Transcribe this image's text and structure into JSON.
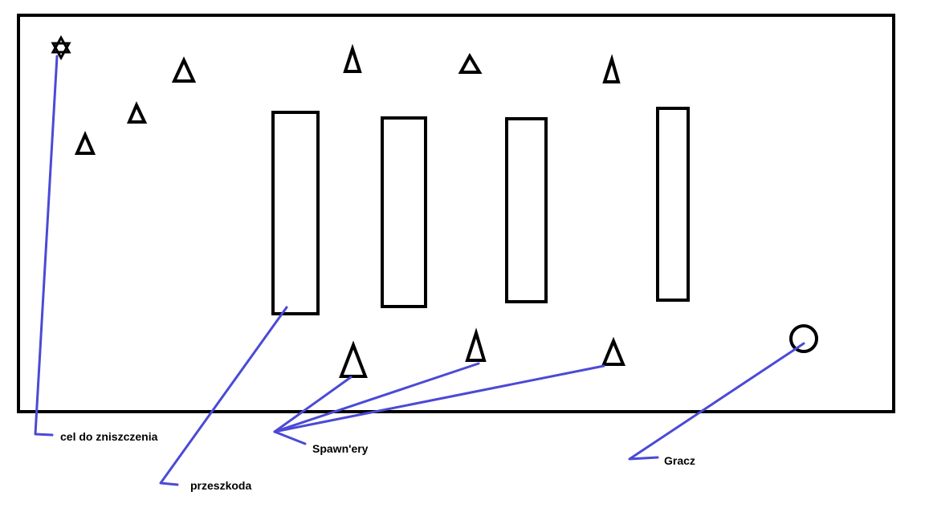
{
  "colors": {
    "outline": "#000000",
    "annotation": "#4a4ad6",
    "background": "#ffffff"
  },
  "labels": {
    "target": "cel do zniszczenia",
    "obstacle": "przeszkoda",
    "spawners": "Spawn'ery",
    "player": "Gracz"
  },
  "icons": {
    "target": "star-of-david-icon",
    "spawner": "triangle-icon",
    "player": "circle-icon",
    "obstacle": "rectangle-shape"
  }
}
